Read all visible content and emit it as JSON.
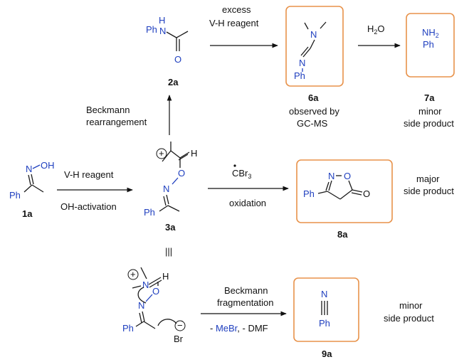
{
  "arrows": {
    "excess_line1": "excess",
    "excess_line2": "V-H reagent",
    "water_h": "H",
    "water_sub": "2",
    "water_o": "O",
    "beckmann_rearr_1": "Beckmann",
    "beckmann_rearr_2": "rearrangement",
    "vh_reagent": "V-H reagent",
    "oh_activation": "OH-activation",
    "radical": "CBr",
    "radical_sub": "3",
    "oxidation": "oxidation",
    "beckmann_frag_1": "Beckmann",
    "beckmann_frag_2": "fragmentation",
    "loss_minus1": "- ",
    "loss_mebr": "MeBr",
    "loss_rest": ", - DMF"
  },
  "compounds": {
    "c1a": "1a",
    "c2a": "2a",
    "c3a": "3a",
    "c6a": "6a",
    "c7a": "7a",
    "c8a": "8a",
    "c9a": "9a"
  },
  "notes": {
    "n6a_1": "observed by",
    "n6a_2": "GC-MS",
    "n7a_1": "minor",
    "n7a_2": "side product",
    "n8a_1": "major",
    "n8a_2": "side product",
    "n9a_1": "minor",
    "n9a_2": "side product"
  },
  "atoms": {
    "ph": "Ph",
    "n": "N",
    "h": "H",
    "o": "O",
    "oh": "OH",
    "nh2_n": "NH",
    "nh2_sub": "2",
    "br": "Br",
    "plus": "+",
    "minus": "−",
    "equiv": "|||"
  },
  "colors": {
    "box": "#e8924a",
    "hetero": "#1f3fbf"
  }
}
